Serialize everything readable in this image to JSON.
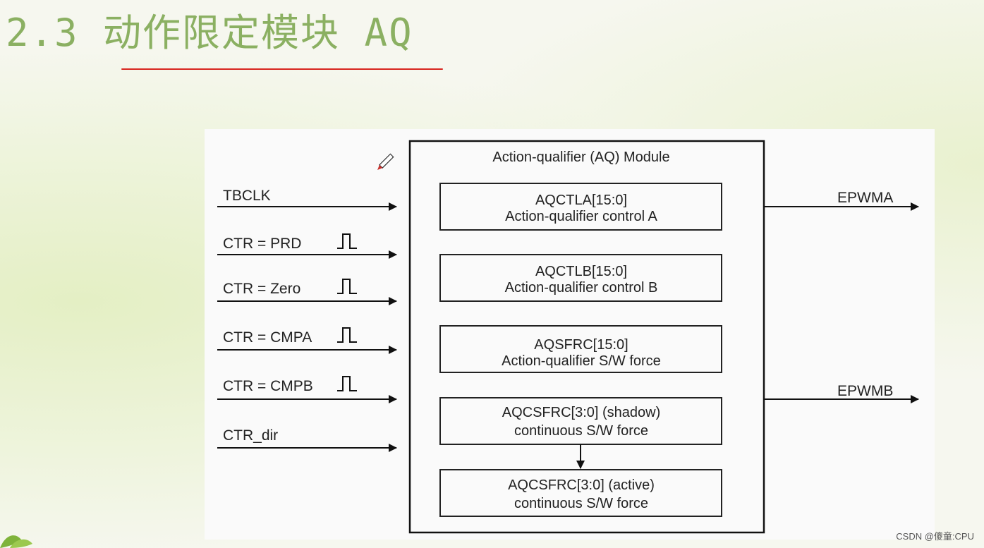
{
  "slide": {
    "title": "2.3 动作限定模块 AQ",
    "title_color": "#8bb062",
    "underline_color": "#d8261f"
  },
  "module": {
    "title": "Action-qualifier (AQ) Module",
    "registers": [
      {
        "name": "AQCTLA[15:0]",
        "desc": "Action-qualifier control A"
      },
      {
        "name": "AQCTLB[15:0]",
        "desc": "Action-qualifier control B"
      },
      {
        "name": "AQSFRC[15:0]",
        "desc": "Action-qualifier S/W force"
      },
      {
        "name": "AQCSFRC[3:0] (shadow)",
        "desc": "continuous S/W force"
      },
      {
        "name": "AQCSFRC[3:0] (active)",
        "desc": "continuous S/W force"
      }
    ]
  },
  "inputs": [
    {
      "label": "TBCLK",
      "pulse": false
    },
    {
      "label": "CTR = PRD",
      "pulse": true
    },
    {
      "label": "CTR = Zero",
      "pulse": true
    },
    {
      "label": "CTR = CMPA",
      "pulse": true
    },
    {
      "label": "CTR = CMPB",
      "pulse": true
    },
    {
      "label": "CTR_dir",
      "pulse": false
    }
  ],
  "outputs": [
    {
      "label": "EPWMA"
    },
    {
      "label": "EPWMB"
    }
  ],
  "watermark": "CSDN @傻童:CPU"
}
